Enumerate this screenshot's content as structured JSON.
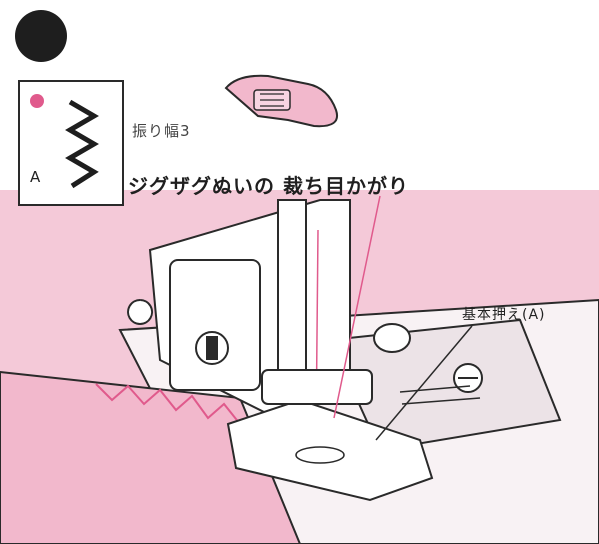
{
  "step": {
    "bullet": "filled-circle"
  },
  "pattern": {
    "letter": "A",
    "icon": "zigzag-stitch-icon",
    "indicator_color": "#e05a8c"
  },
  "labels": {
    "width": "振り幅3",
    "caption": "ジグザグぬいの 裁ち目かがり",
    "presser_foot": "基本押え(A)"
  },
  "colors": {
    "fabric": "#f4c9d8",
    "accent": "#e05a8c",
    "line": "#2a2a2a"
  }
}
